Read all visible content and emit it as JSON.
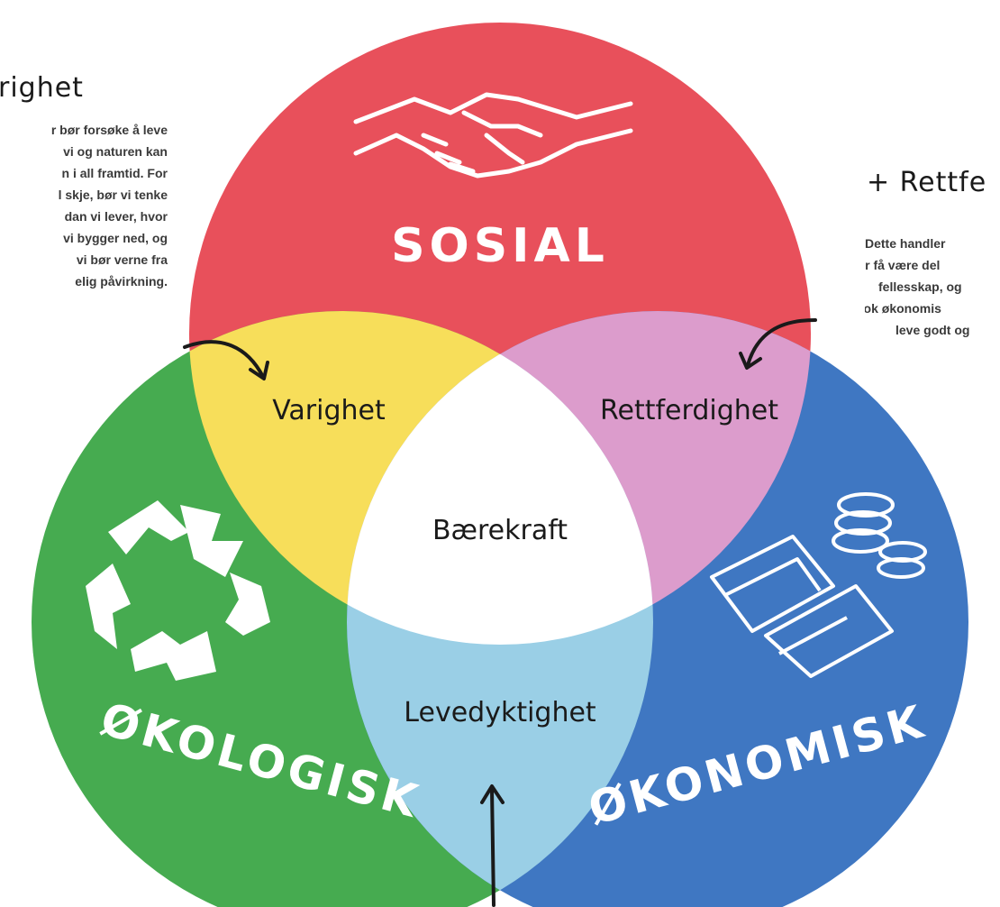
{
  "colors": {
    "sosial": "#e8505b",
    "okologisk": "#46ab50",
    "okonomisk": "#3f77c2",
    "varighet": "#f7de5a",
    "rettferdighet": "#dc9ccc",
    "levedyktighet": "#9acfe6",
    "baerekraft": "#ffffff"
  },
  "circles": {
    "sosial": "SOSIAL",
    "okologisk": "ØKOLOGISK",
    "okonomisk": "ØKONOMISK"
  },
  "overlaps": {
    "varighet": "Varighet",
    "rettferdighet": "Rettferdighet",
    "levedyktighet": "Levedyktighet",
    "center": "Bærekraft"
  },
  "left_note": {
    "title": "righet",
    "lines": [
      "r bør forsøke å leve",
      "vi og naturen kan",
      "n i all framtid. For",
      "l skje, bør vi tenke",
      "dan vi lever, hvor",
      "vi bygger ned, og",
      "vi bør verne fra",
      "elig påvirkning."
    ]
  },
  "right_note": {
    "title": "+ Rettfe",
    "lines": [
      "Dette handler",
      "bør få være del",
      "fellesskap, og",
      "nok økonomis",
      "leve godt og"
    ]
  },
  "icons": [
    "handshake-icon",
    "recycle-icon",
    "money-icon"
  ]
}
